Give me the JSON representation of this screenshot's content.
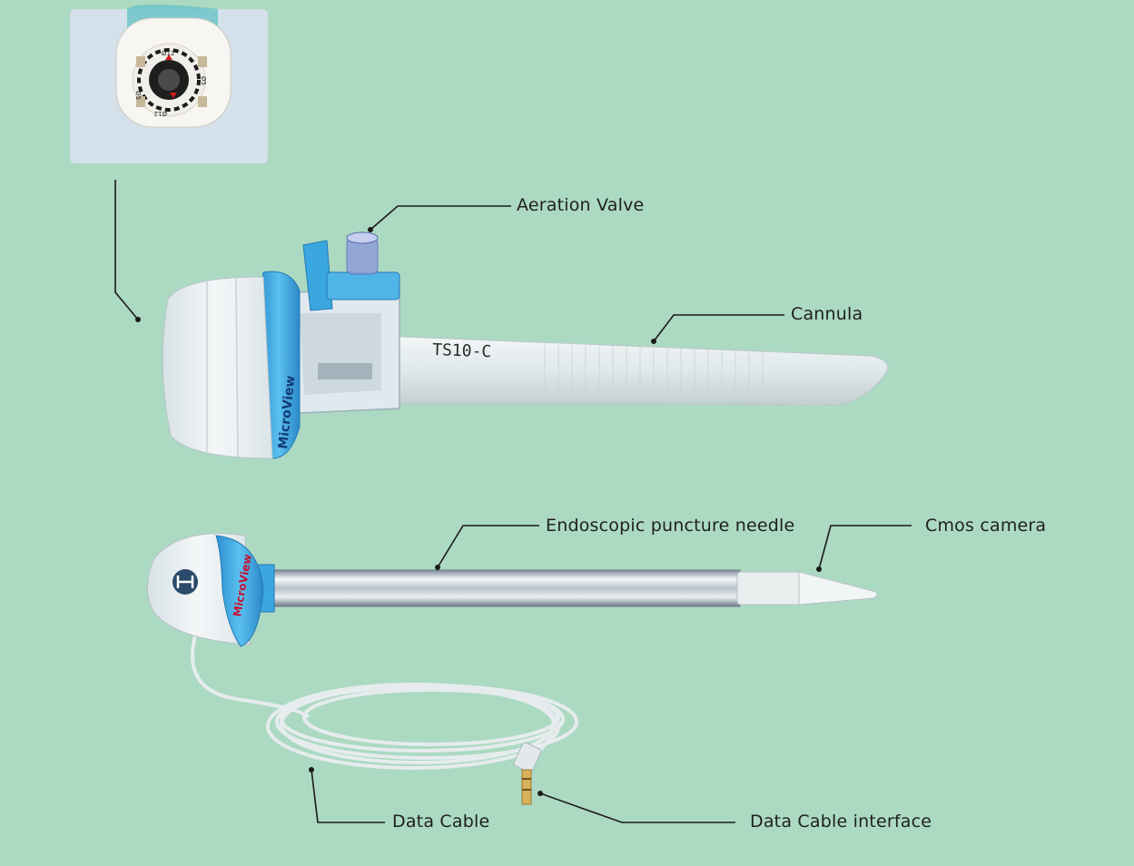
{
  "labels": {
    "aeration_valve": "Aeration Valve",
    "cannula": "Cannula",
    "endoscopic_needle": "Endoscopic puncture needle",
    "cmos_camera": "Cmos camera",
    "data_cable": "Data Cable",
    "data_cable_interface": "Data Cable interface"
  },
  "product": {
    "brand": "MicroView",
    "cannula_model": "TS10-C",
    "inset_markings": [
      "Ø12",
      "Ø5",
      "Ø12",
      "Ø5"
    ]
  },
  "colors": {
    "background": "#acd9c2",
    "accent_blue": "#3aa7e0",
    "leader_line": "#1a1a1a"
  }
}
